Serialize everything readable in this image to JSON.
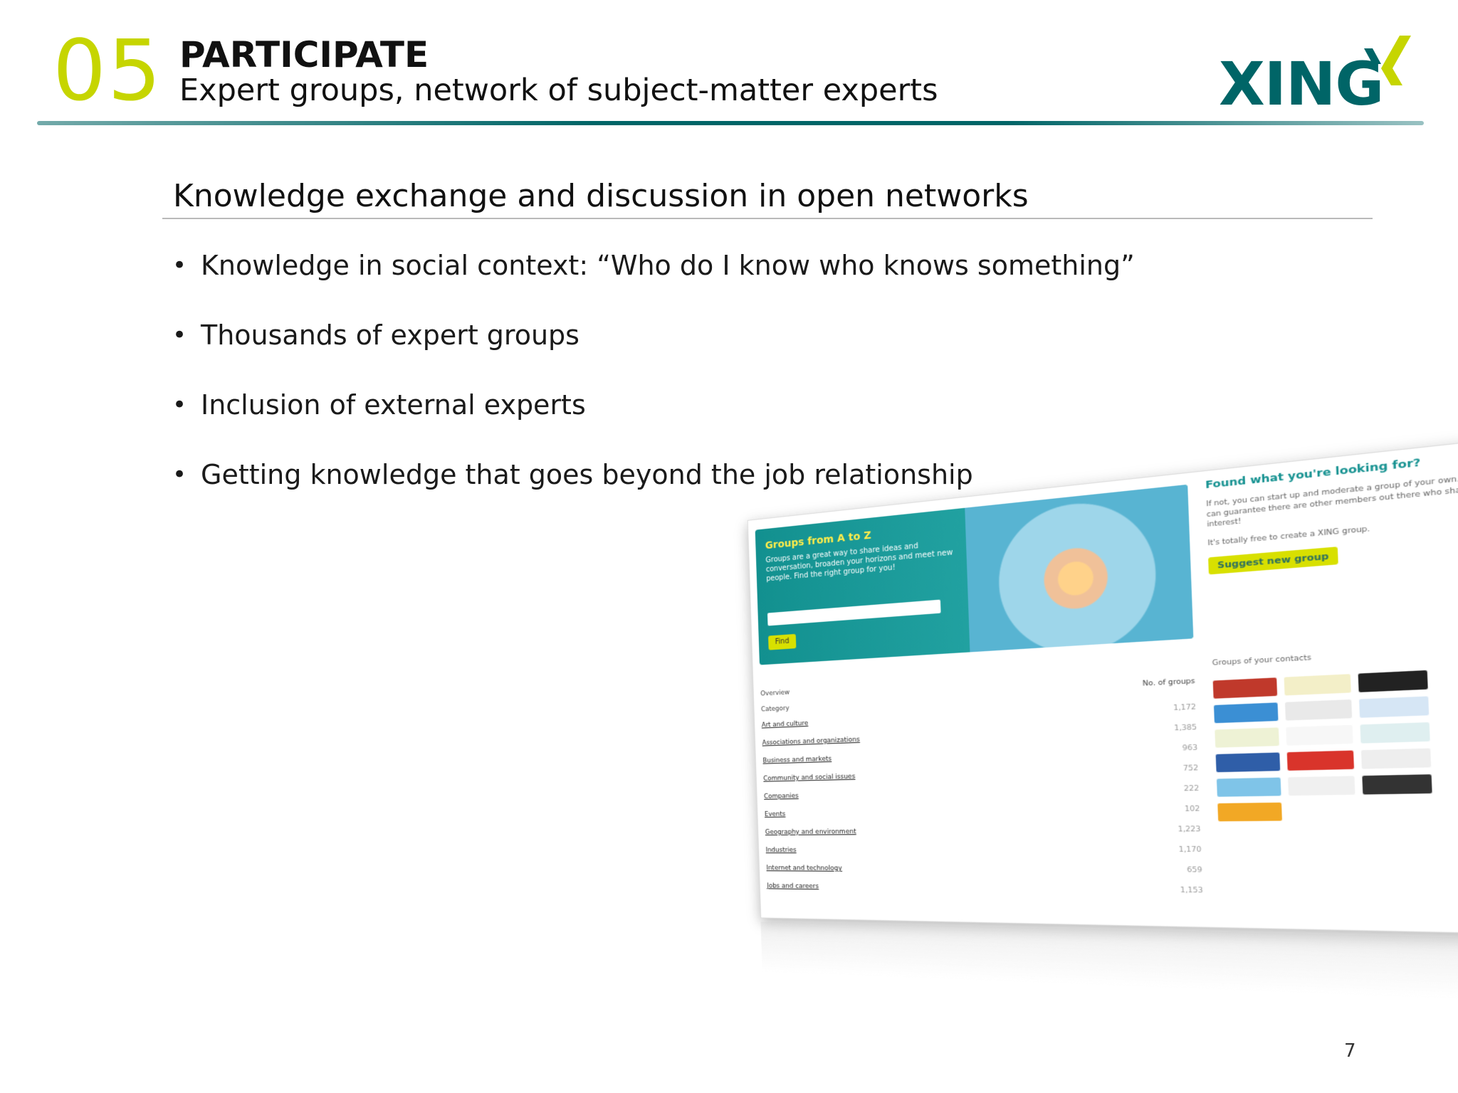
{
  "header": {
    "section_number": "05",
    "title": "PARTICIPATE",
    "subtitle": "Expert groups, network of subject-matter experts",
    "logo_text": "XING",
    "accent_color": "#c6d500",
    "brand_color": "#006567"
  },
  "content": {
    "title": "Knowledge exchange and discussion in open networks",
    "bullets": [
      "Knowledge in social context: “Who do I know who knows something”",
      "Thousands of expert groups",
      "Inclusion of external experts",
      "Getting knowledge that goes beyond the job relationship"
    ]
  },
  "screenshot": {
    "banner_title": "Groups from A to Z",
    "banner_text": "Groups are a great way to share ideas and conversation, broaden your horizons and meet new people. Find the right group for you!",
    "find_button": "Find",
    "side_title": "Found what you're looking for?",
    "side_text_1": "If not, you can start up and moderate a group of your own. You can guarantee there are other members out there who share your interest!",
    "side_text_2": "It's totally free to create a XING group.",
    "side_button": "Suggest new group",
    "contacts_title": "Groups of your contacts",
    "overview_label": "Overview",
    "category_label": "Category",
    "count_label": "No. of groups",
    "rows": [
      {
        "name": "Art and culture",
        "count": "1,172"
      },
      {
        "name": "Associations and organizations",
        "count": "1,385"
      },
      {
        "name": "Business and markets",
        "count": "963"
      },
      {
        "name": "Community and social issues",
        "count": "752"
      },
      {
        "name": "Companies",
        "count": "222"
      },
      {
        "name": "Events",
        "count": "102"
      },
      {
        "name": "Geography and environment",
        "count": "1,223"
      },
      {
        "name": "Industries",
        "count": "1,170"
      },
      {
        "name": "Internet and technology",
        "count": "659"
      },
      {
        "name": "Jobs and careers",
        "count": "1,153"
      }
    ]
  },
  "footer": {
    "page_number": "7"
  }
}
